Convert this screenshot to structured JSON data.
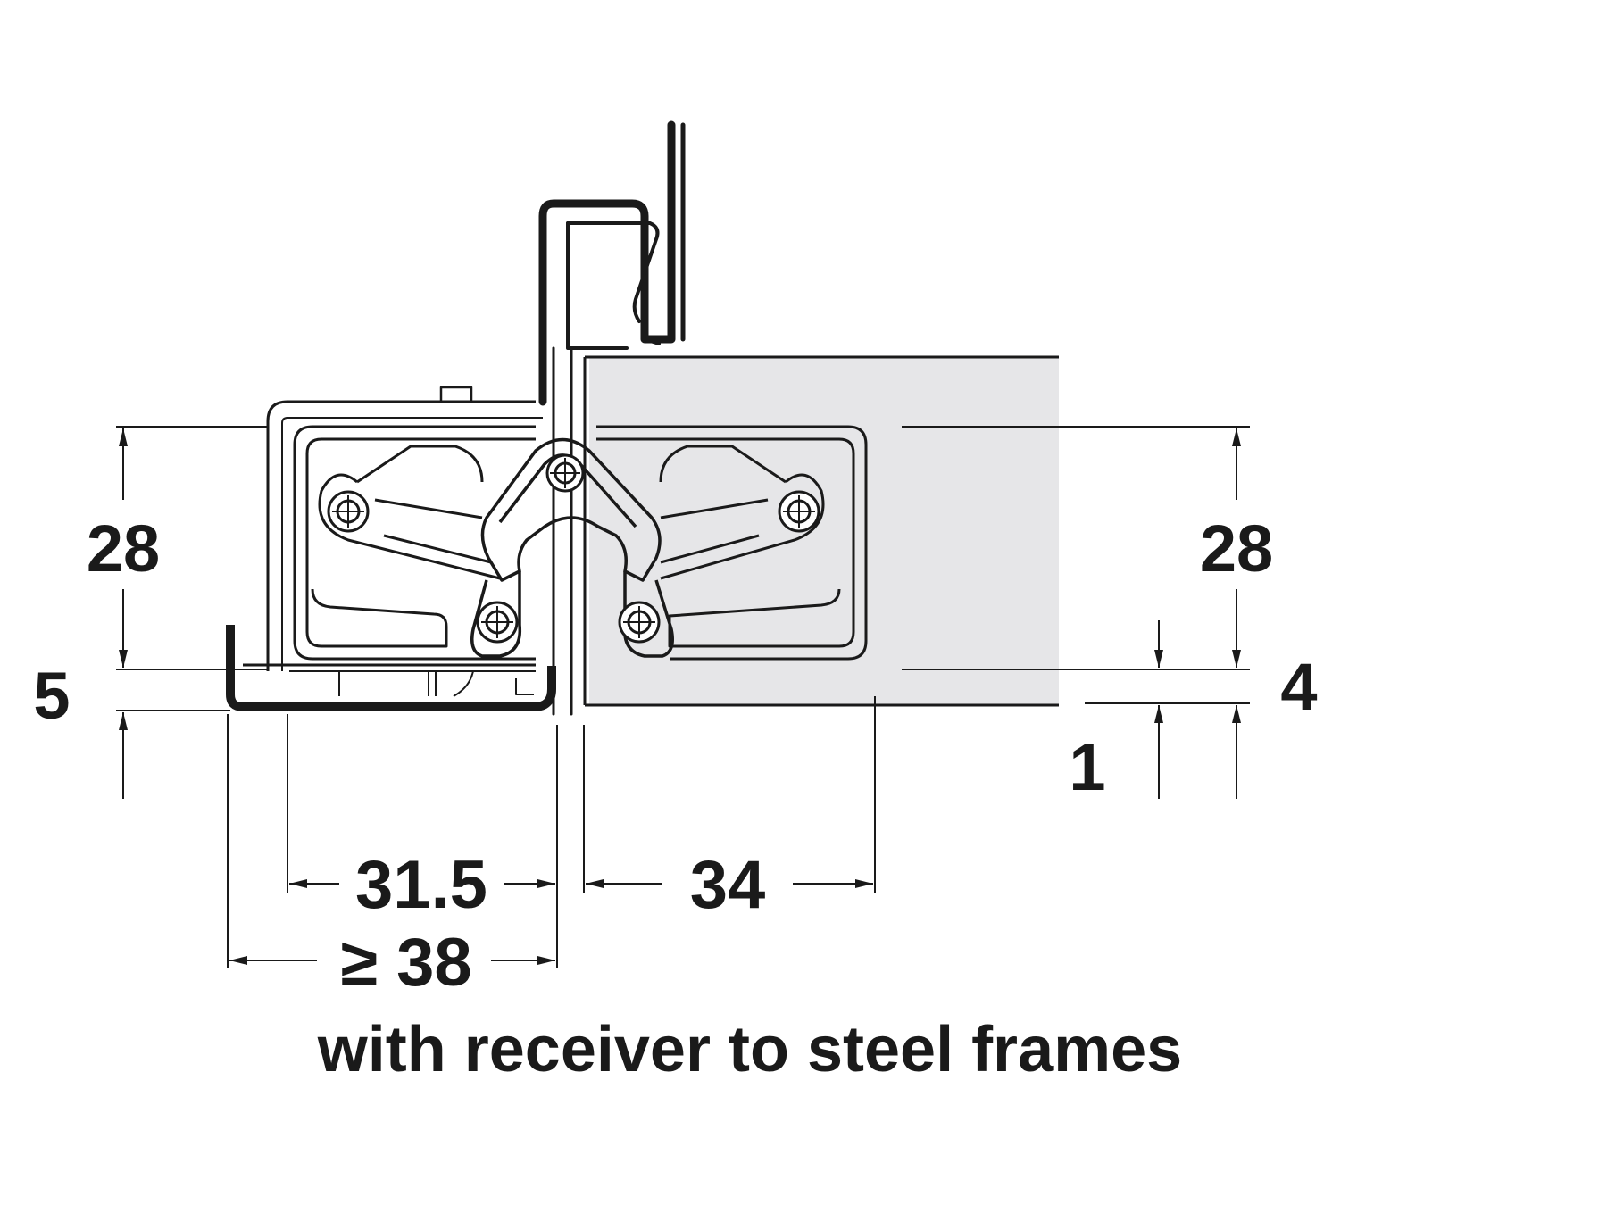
{
  "diagram": {
    "caption": "with receiver to steel frames",
    "dimensions": {
      "left_height": "28",
      "right_height": "28",
      "bottom_offset_left": "5",
      "right_offset_upper": "4",
      "right_offset_lower": "1",
      "width_inner_left": "31.5",
      "width_right": "34",
      "width_min_left": "≥ 38"
    },
    "colors": {
      "line": "#1a1a1a",
      "door_fill": "#e6e6e8",
      "background": "#ffffff"
    }
  }
}
